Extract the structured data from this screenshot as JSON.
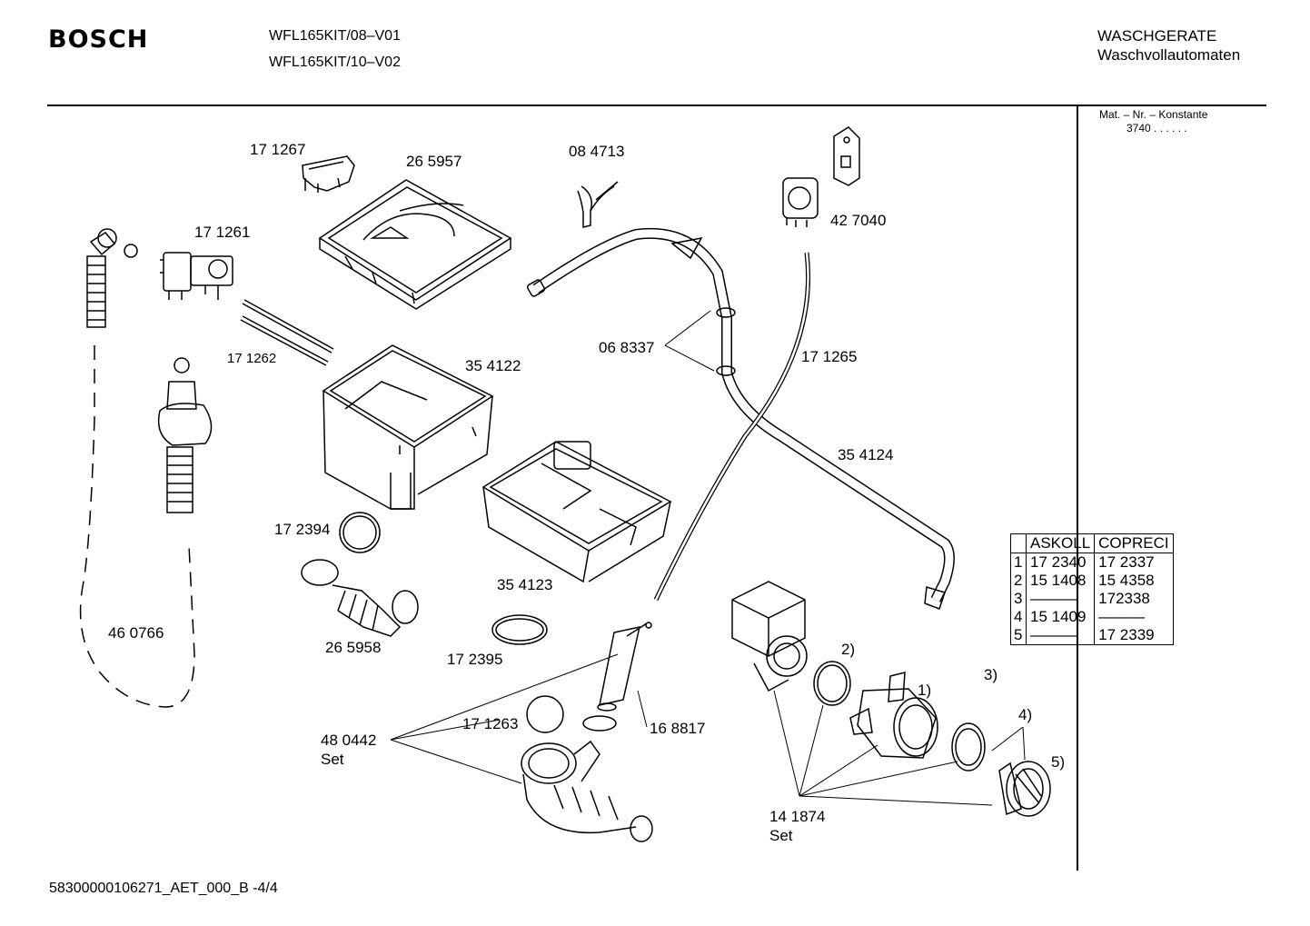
{
  "header": {
    "brand": "BOSCH",
    "models": [
      "WFL165KIT/08–V01",
      "WFL165KIT/10–V02"
    ],
    "category": [
      "WASCHGERATE",
      "Waschvollautomaten"
    ],
    "mat_nr_label": "Mat. – Nr. – Konstante",
    "mat_nr_value": "3740  .  .  .  .  .  ."
  },
  "parts": {
    "p171267": "17 1267",
    "p265957": "26 5957",
    "p084713": "08 4713",
    "p427040": "42 7040",
    "p171261": "17 1261",
    "p171262": "17 1262",
    "p354122": "35 4122",
    "p068337": "06 8337",
    "p171265": "17 1265",
    "p354124": "35 4124",
    "p172394": "17 2394",
    "p354123": "35 4123",
    "p460766": "46 0766",
    "p265958": "26 5958",
    "p172395": "17 2395",
    "p171263": "17 1263",
    "p168817": "16 8817",
    "p480442": "48 0442",
    "p480442_set": "Set",
    "p141874": "14 1874",
    "p141874_set": "Set",
    "c1": "1)",
    "c2": "2)",
    "c3": "3)",
    "c4": "4)",
    "c5": "5)"
  },
  "alt_table": {
    "headers": [
      "ASKOLL",
      "COPRECI"
    ],
    "rows": [
      {
        "idx": "1",
        "askoll": "17 2340",
        "copreci": "17 2337"
      },
      {
        "idx": "2",
        "askoll": "15 1408",
        "copreci": "15 4358"
      },
      {
        "idx": "3",
        "askoll": "———",
        "copreci": "172338"
      },
      {
        "idx": "4",
        "askoll": "15 1409",
        "copreci": "———"
      },
      {
        "idx": "5",
        "askoll": "———",
        "copreci": "17 2339"
      }
    ]
  },
  "footer": {
    "doc_id": "58300000106271_AET_000_B  -4/4"
  }
}
